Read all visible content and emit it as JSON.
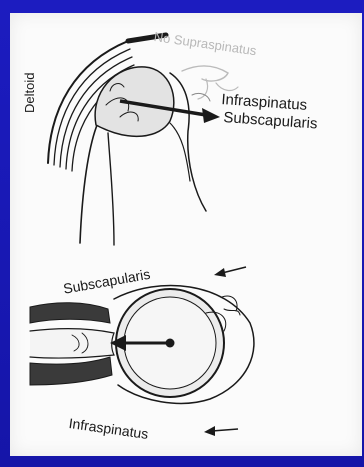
{
  "labels": {
    "deltoid": "Deltoid",
    "no_supraspinatus": "No Supraspinatus",
    "infraspinatus_top": "Infraspinatus",
    "subscapularis_top": "Subscapularis",
    "subscapularis_bottom": "Subscapularis",
    "infraspinatus_bottom": "Infraspinatus"
  },
  "colors": {
    "background": "#1a1ab4",
    "paper": "#fbfbfb",
    "ink": "#1a1a1a",
    "shade": "#e3e3e3"
  }
}
